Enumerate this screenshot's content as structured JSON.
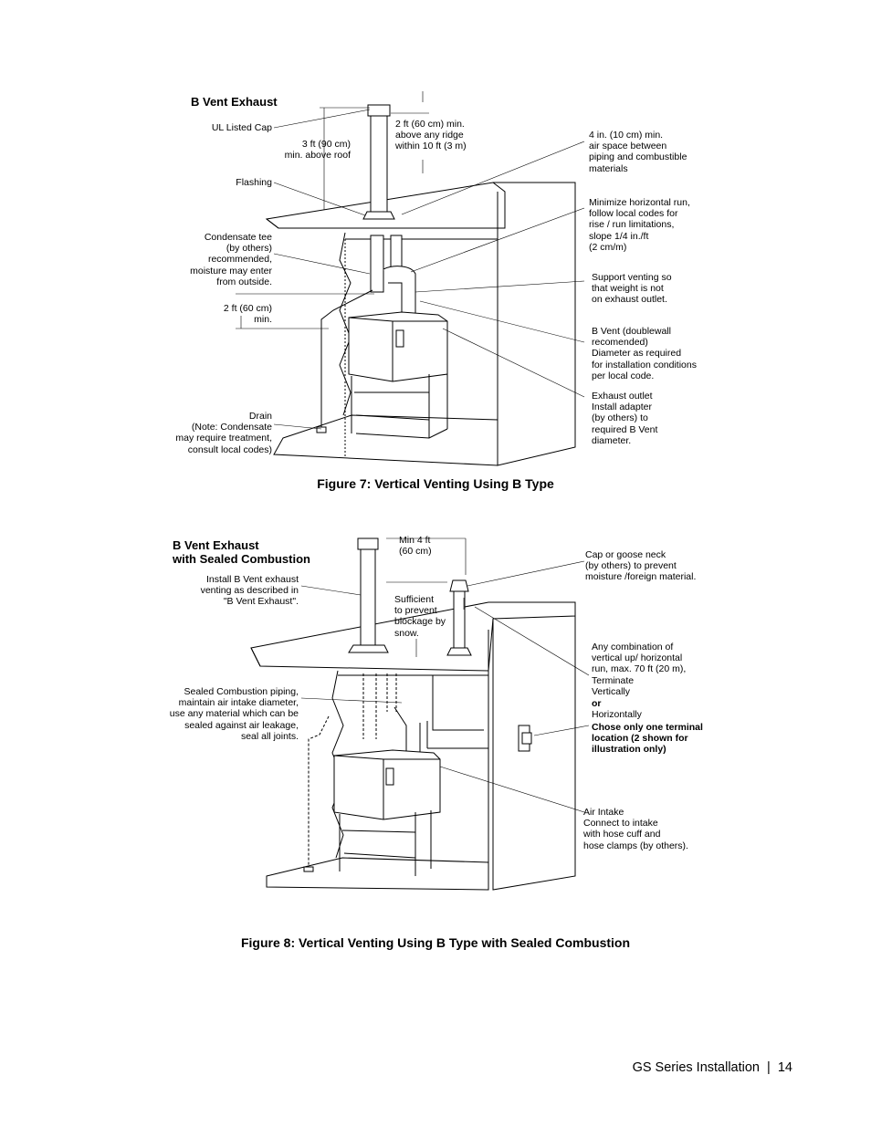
{
  "figure7": {
    "title": "B Vent Exhaust",
    "labels": {
      "ul_cap": "UL Listed Cap",
      "three_ft": "3 ft (90 cm)\nmin. above roof",
      "two_ft_ridge": "2 ft (60 cm) min.\nabove any ridge\nwithin 10 ft (3 m)",
      "four_in": "4 in. (10 cm) min.\nair space between\npiping and combustible\nmaterials",
      "flashing": "Flashing",
      "minimize": "Minimize horizontal run,\nfollow local codes for\nrise / run limitations,\nslope 1/4 in./ft\n(2 cm/m)",
      "condensate_tee": "Condensate tee\n(by others)\nrecommended,\nmoisture may enter\nfrom outside.",
      "support": "Support venting so\nthat weight is not\non exhaust outlet.",
      "two_ft_min": "2 ft (60 cm)\nmin.",
      "b_vent": "B Vent (doublewall\nrecomended)\nDiameter as required\nfor installation conditions\nper local code.",
      "exhaust_outlet": "Exhaust outlet\nInstall adapter\n(by others) to\nrequired B Vent\ndiameter.",
      "drain": "Drain\n(Note: Condensate\nmay require treatment,\nconsult local codes)"
    },
    "caption": "Figure 7: Vertical Venting Using B Type"
  },
  "figure8": {
    "title": "B Vent Exhaust\nwith Sealed Combustion",
    "labels": {
      "min_4ft": "Min 4 ft\n(60 cm)",
      "cap_goose": "Cap or goose neck\n(by others) to prevent\nmoisture /foreign material.",
      "install_b_vent": "Install B Vent exhaust\nventing as described in\n\"B Vent Exhaust\".",
      "sufficient": "Sufficient\nto prevent\nblockage by\nsnow.",
      "any_combination": "Any combination of\nvertical up/ horizontal\nrun, max. 70 ft (20 m),\nTerminate\nVertically",
      "or": "or",
      "horizontally": "Horizontally",
      "chose_only": "Chose only one terminal\nlocation (2 shown for\nillustration only)",
      "sealed_piping": "Sealed Combustion piping,\nmaintain air intake diameter,\nuse any material which can be\nsealed against air leakage,\nseal all joints.",
      "air_intake": "Air Intake\nConnect to intake\nwith hose cuff and\nhose clamps (by others)."
    },
    "caption": "Figure 8: Vertical Venting Using B Type with Sealed Combustion"
  },
  "footer": {
    "text": "GS Series Installation  |  14"
  }
}
